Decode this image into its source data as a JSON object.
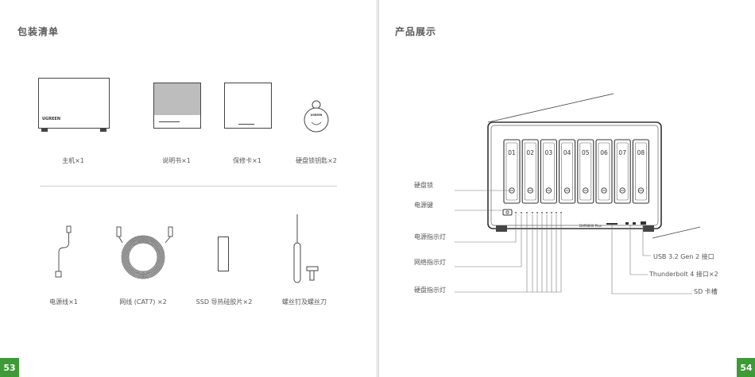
{
  "left_page": {
    "title": "包装清单",
    "page_number": "53",
    "host_brand": "UGREEN",
    "key_brand": "UGREEN",
    "items_row1": [
      {
        "label": "主机×1"
      },
      {
        "label": "说明书×1"
      },
      {
        "label": "保修卡×1"
      },
      {
        "label": "硬盘锁钥匙×2"
      }
    ],
    "items_row2": [
      {
        "label": "电源线×1"
      },
      {
        "label": "网线 (CAT7) ×2"
      },
      {
        "label": "SSD 导热硅胶片×2"
      },
      {
        "label": "螺丝钉及螺丝刀"
      }
    ]
  },
  "right_page": {
    "title": "产品展示",
    "page_number": "54",
    "device_label": "DXP8800 Plus",
    "bays": [
      "01",
      "02",
      "03",
      "04",
      "05",
      "06",
      "07",
      "08"
    ],
    "callouts_left": [
      "硬盘锁",
      "电源键",
      "电源指示灯",
      "网络指示灯",
      "硬盘指示灯"
    ],
    "callouts_right": [
      "USB 3.2 Gen 2 接口",
      "Thunderbolt 4 接口×2",
      "SD 卡槽"
    ]
  }
}
